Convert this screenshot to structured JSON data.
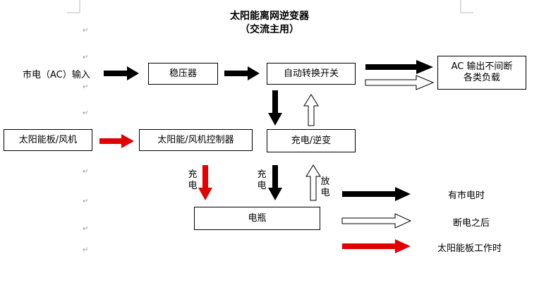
{
  "title": {
    "line1": "太阳能离网逆变器",
    "line2": "（交流主用）"
  },
  "inputs": {
    "grid_input": "市电（AC）输入"
  },
  "boxes": {
    "stabilizer": "稳压器",
    "auto_switch": "自动转换开关",
    "ac_output_line1": "AC 输出不间断",
    "ac_output_line2": "各类负载",
    "solar_wind": "太阳能板/风机",
    "controller": "太阳能/风机控制器",
    "charge_invert": "充电/逆变",
    "battery": "电瓶"
  },
  "arrow_labels": {
    "charge_left": "充电",
    "charge_mid": "充电",
    "discharge": "放电"
  },
  "legend": {
    "black": "有市电时",
    "white": "断电之后",
    "red": "太阳能板工作时"
  },
  "paragraph_mark": "↵",
  "colors": {
    "black": "#000000",
    "red": "#e00000",
    "white": "#ffffff"
  }
}
